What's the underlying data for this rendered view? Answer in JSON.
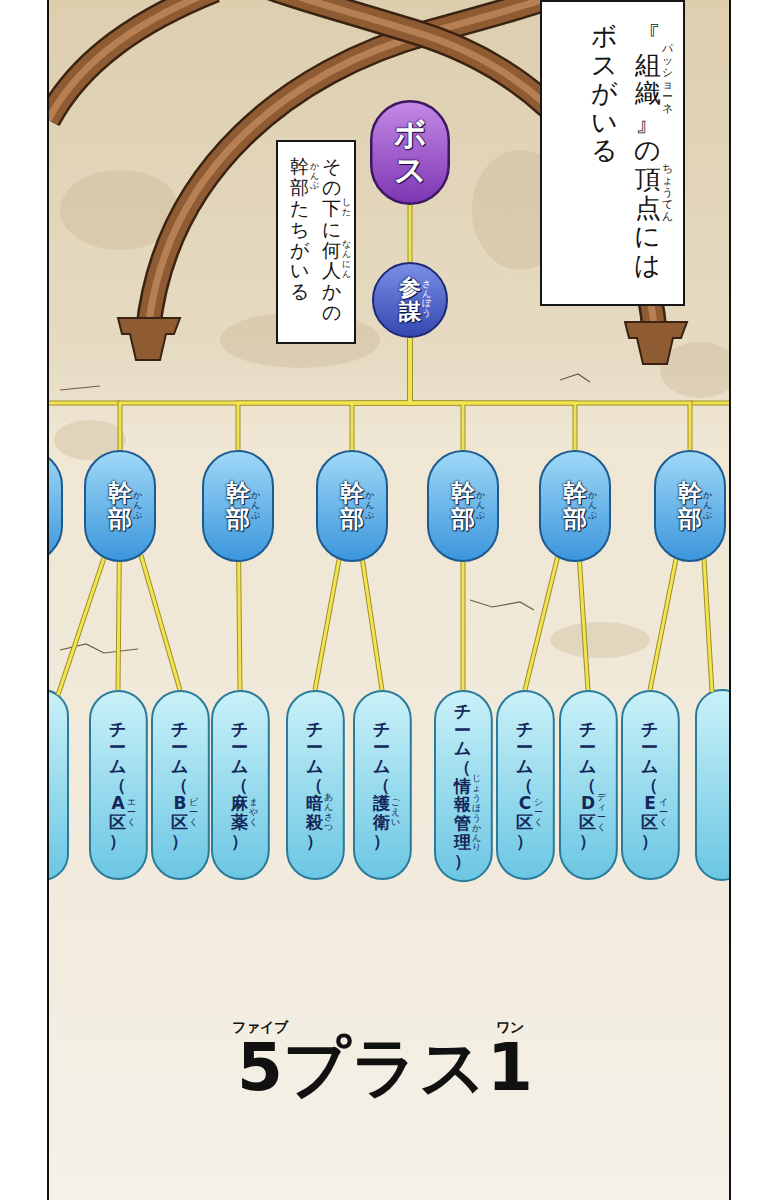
{
  "diagram": {
    "title": "5プラス1",
    "nodes": [
      {
        "text": [
          "『組織』の頂点にはボスがいる",
          "パッショーネ",
          "ちょうてん"
        ]
      },
      {
        "text": [
          "その下に何人かの幹部たちがいる",
          "した",
          "なんにん",
          "かんぶ"
        ]
      },
      {
        "text": [
          "ボス"
        ]
      },
      {
        "text": [
          "参謀",
          "さんぼう"
        ]
      },
      {
        "text": [
          "幹部",
          "かんぶ"
        ]
      },
      {
        "text": [
          "幹部",
          "かんぶ"
        ]
      },
      {
        "text": [
          "幹部",
          "かんぶ"
        ]
      },
      {
        "text": [
          "幹部",
          "かんぶ"
        ]
      },
      {
        "text": [
          "幹部",
          "かんぶ"
        ]
      },
      {
        "text": [
          "幹部",
          "かんぶ"
        ]
      },
      {
        "text": [
          "チーム（A区）",
          "エーく"
        ]
      },
      {
        "text": [
          "チーム（B区）",
          "ビーく"
        ]
      },
      {
        "text": [
          "チーム（麻薬）",
          "まやく"
        ]
      },
      {
        "text": [
          "チーム（暗殺）",
          "あんさつ"
        ]
      },
      {
        "text": [
          "チーム（護衛）",
          "ごえい"
        ]
      },
      {
        "text": [
          "チーム（情報管理）",
          "じょうほうかんり"
        ]
      },
      {
        "text": [
          "チーム（C区）",
          "シーく"
        ]
      },
      {
        "text": [
          "チーム（D区）",
          "ディーく"
        ]
      },
      {
        "text": [
          "チーム（E区）",
          "イーく"
        ]
      }
    ],
    "edges": [
      {
        "from": 2,
        "to": 3,
        "arrow": "none"
      },
      {
        "from": 3,
        "to": 4,
        "arrow": "none"
      },
      {
        "from": 3,
        "to": 5,
        "arrow": "none"
      },
      {
        "from": 3,
        "to": 6,
        "arrow": "none"
      },
      {
        "from": 3,
        "to": 7,
        "arrow": "none"
      },
      {
        "from": 3,
        "to": 8,
        "arrow": "none"
      },
      {
        "from": 3,
        "to": 9,
        "arrow": "none"
      },
      {
        "from": 4,
        "to": 10,
        "arrow": "none"
      },
      {
        "from": 4,
        "to": 11,
        "arrow": "none"
      },
      {
        "from": 5,
        "to": 12,
        "arrow": "none"
      },
      {
        "from": 6,
        "to": 13,
        "arrow": "none"
      },
      {
        "from": 6,
        "to": 14,
        "arrow": "none"
      },
      {
        "from": 7,
        "to": 15,
        "arrow": "none"
      },
      {
        "from": 8,
        "to": 16,
        "arrow": "none"
      },
      {
        "from": 8,
        "to": 17,
        "arrow": "none"
      },
      {
        "from": 9,
        "to": 18,
        "arrow": "none"
      }
    ],
    "labels": [
      "ファイブ",
      "ワン"
    ]
  }
}
